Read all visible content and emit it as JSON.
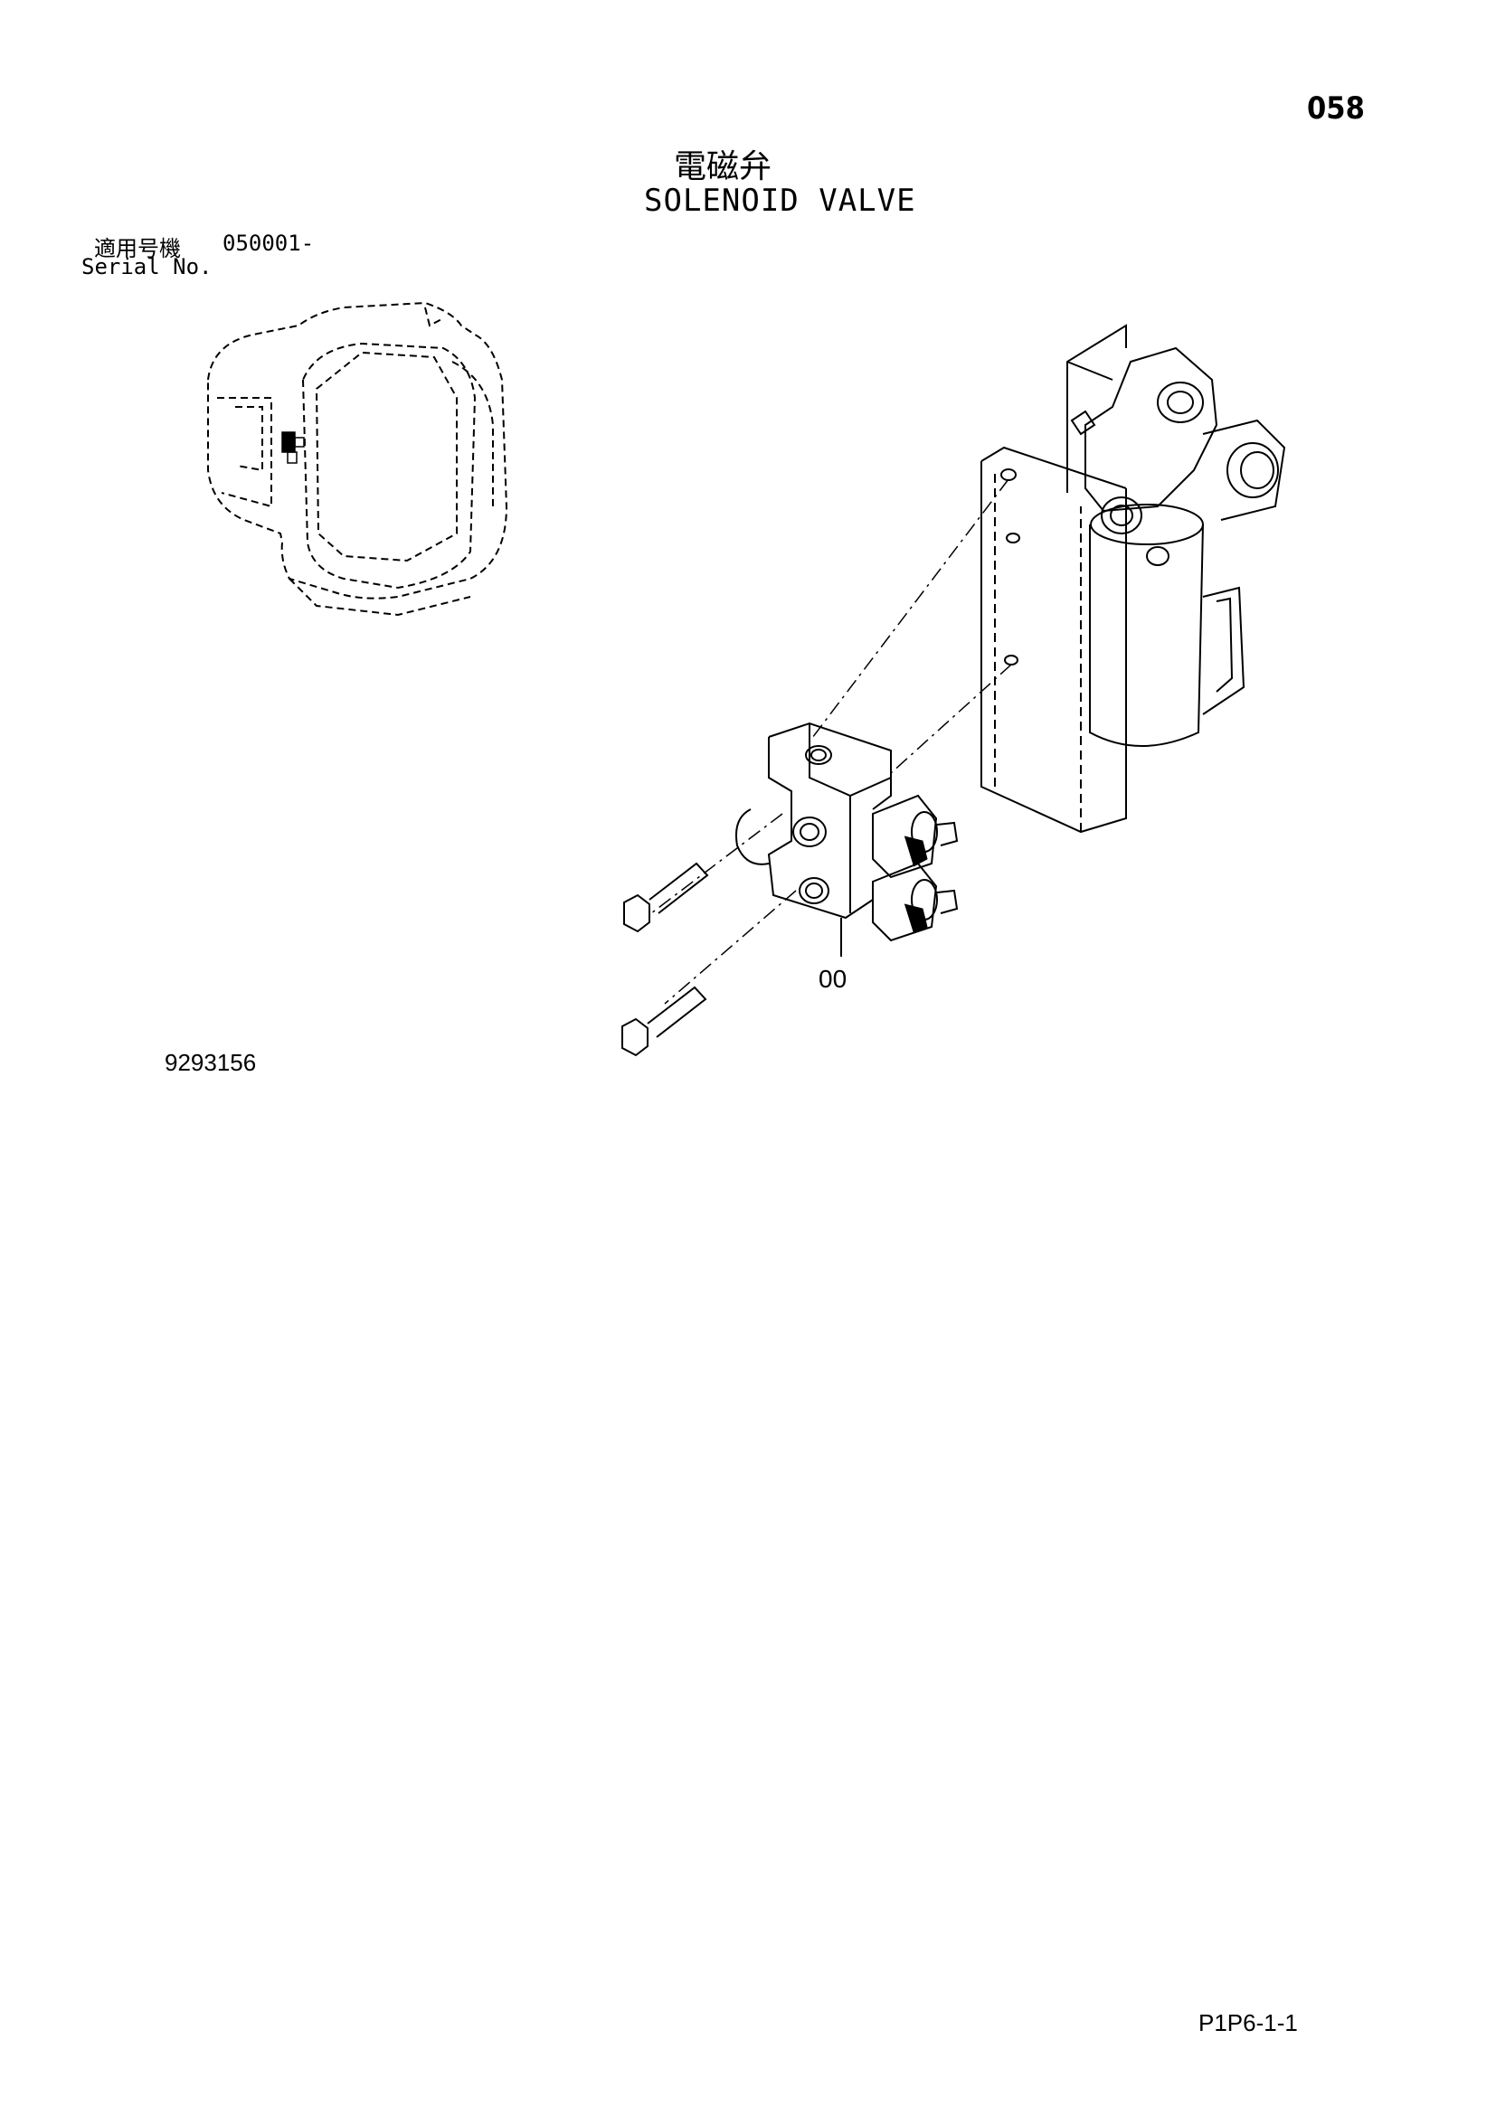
{
  "header": {
    "page_number": "058",
    "title_jp": "電磁弁",
    "title_en": "SOLENOID VALVE",
    "serial_label_jp": "適用号機",
    "serial_range": "050001-",
    "serial_label_en": "Serial No."
  },
  "figure": {
    "drawing_number": "9293156",
    "part_callouts": [
      "00"
    ]
  },
  "footer": {
    "page_code": "P1P6-1-1"
  }
}
